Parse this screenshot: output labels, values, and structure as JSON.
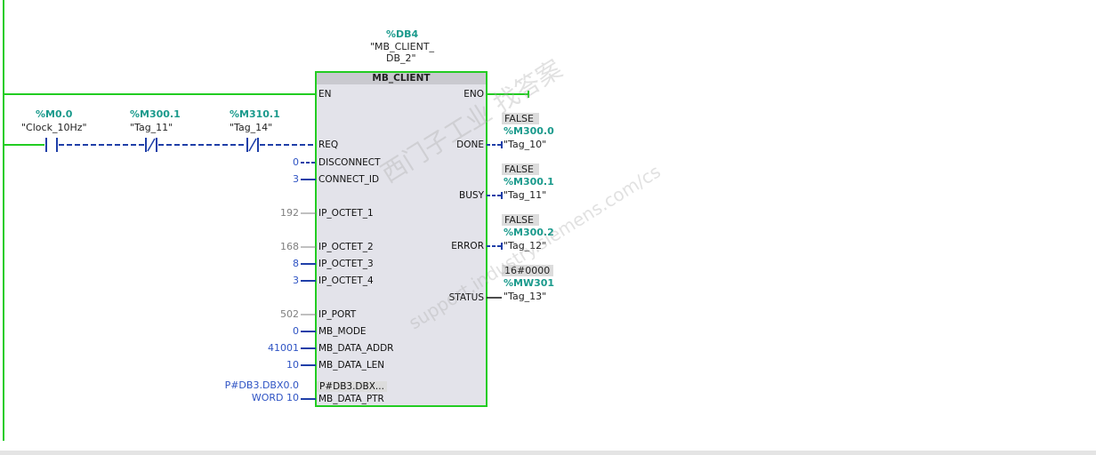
{
  "instance": {
    "db_address": "%DB4",
    "db_name_line1": "\"MB_CLIENT_",
    "db_name_line2": "DB_2\""
  },
  "block": {
    "title": "MB_CLIENT",
    "inputs": {
      "en": "EN",
      "req": "REQ",
      "disconnect": "DISCONNECT",
      "connect_id": "CONNECT_ID",
      "ip_octet_1": "IP_OCTET_1",
      "ip_octet_2": "IP_OCTET_2",
      "ip_octet_3": "IP_OCTET_3",
      "ip_octet_4": "IP_OCTET_4",
      "ip_port": "IP_PORT",
      "mb_mode": "MB_MODE",
      "mb_data_addr": "MB_DATA_ADDR",
      "mb_data_len": "MB_DATA_LEN",
      "mb_data_ptr_value": "P#DB3.DBX...",
      "mb_data_ptr": "MB_DATA_PTR"
    },
    "outputs": {
      "eno": "ENO",
      "done": "DONE",
      "busy": "BUSY",
      "error": "ERROR",
      "status": "STATUS"
    }
  },
  "contacts": [
    {
      "address": "%M0.0",
      "tag": "\"Clock_10Hz\"",
      "kind": "NO"
    },
    {
      "address": "%M300.1",
      "tag": "\"Tag_11\"",
      "kind": "NC"
    },
    {
      "address": "%M310.1",
      "tag": "\"Tag_14\"",
      "kind": "NC"
    }
  ],
  "input_values": {
    "disconnect": "0",
    "connect_id": "3",
    "ip_octet_1": "192",
    "ip_octet_2": "168",
    "ip_octet_3": "8",
    "ip_octet_4": "3",
    "ip_port": "502",
    "mb_mode": "0",
    "mb_data_addr": "41001",
    "mb_data_len": "10",
    "mb_data_ptr_line1": "P#DB3.DBX0.0",
    "mb_data_ptr_line2": "WORD 10"
  },
  "output_values": {
    "done": {
      "state": "FALSE",
      "address": "%M300.0",
      "tag": "\"Tag_10\""
    },
    "busy": {
      "state": "FALSE",
      "address": "%M300.1",
      "tag": "\"Tag_11\""
    },
    "error": {
      "state": "FALSE",
      "address": "%M300.2",
      "tag": "\"Tag_12\""
    },
    "status": {
      "state": "16#0000",
      "address": "%MW301",
      "tag": "\"Tag_13\""
    }
  },
  "watermark": {
    "line1": "西门子工业  找答案",
    "line2": "support.industry.siemens.com/cs"
  },
  "colors": {
    "power_rail": "#22cc22",
    "energized": "#22cc22",
    "not_energized": "#1f3fa8",
    "value_blue": "#2f54c4",
    "value_grey": "#808080",
    "address_teal": "#1a9a8c",
    "block_fill": "#e3e3ea",
    "block_header": "#c9c9cf"
  }
}
